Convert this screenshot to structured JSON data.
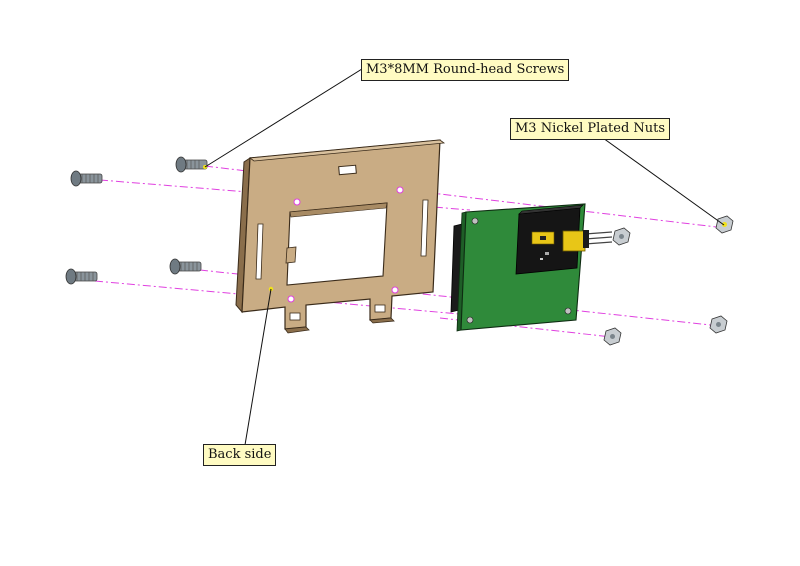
{
  "callouts": {
    "screws": "M3*8MM Round-head Screws",
    "nuts": "M3 Nickel Plated Nuts",
    "back": "Back side"
  },
  "colors": {
    "plate": "#c9ac84",
    "plate_edge": "#8a6e4b",
    "pcb": "#2f8a3a",
    "pcb_dark": "#1e5e27",
    "guide": "#e040e0",
    "screw": "#6f7a82",
    "callout_bg": "#fffbc2"
  }
}
